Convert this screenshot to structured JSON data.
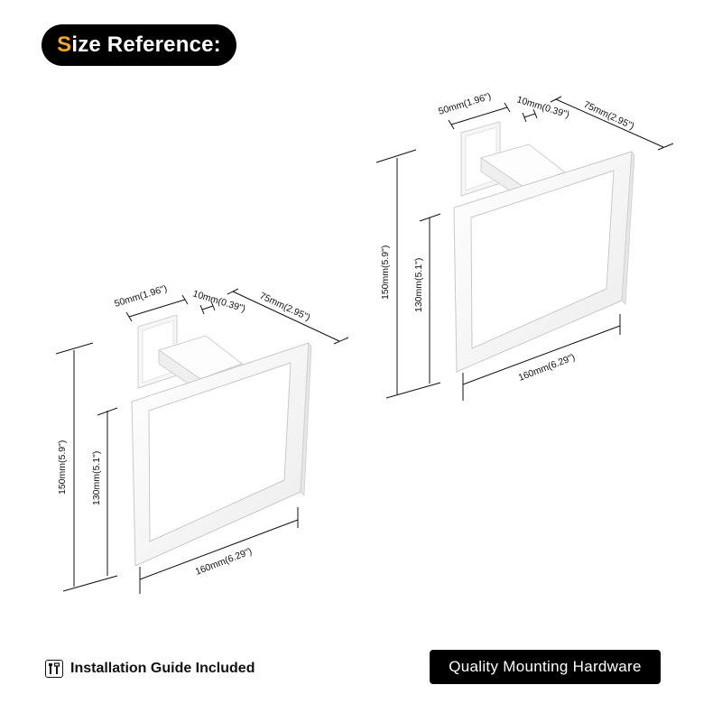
{
  "header": {
    "title_first": "S",
    "title_rest": "ize Reference:"
  },
  "left_item": {
    "dim_base_width": "50mm(1.96\")",
    "dim_arm_thickness": "10mm(0.39\")",
    "dim_projection": "75mm(2.95\")",
    "dim_total_height": "150mm(5.9\")",
    "dim_ring_height": "130mm(5.1\")",
    "dim_ring_width": "160mm(6.29\")"
  },
  "right_item": {
    "dim_base_width": "50mm(1.96\")",
    "dim_arm_thickness": "10mm(0.39\")",
    "dim_projection": "75mm(2.95\")",
    "dim_total_height": "150mm(5.9\")",
    "dim_ring_height": "130mm(5.1\")",
    "dim_ring_width": "160mm(6.29\")"
  },
  "footer": {
    "install_label": "Installation Guide Included",
    "install_icon": "tools-icon",
    "quality_label": "Quality Mounting Hardware"
  },
  "colors": {
    "accent": "#f5a623",
    "pill_bg": "#000000",
    "product": "#ffffff",
    "outline": "#cfcfcf"
  }
}
